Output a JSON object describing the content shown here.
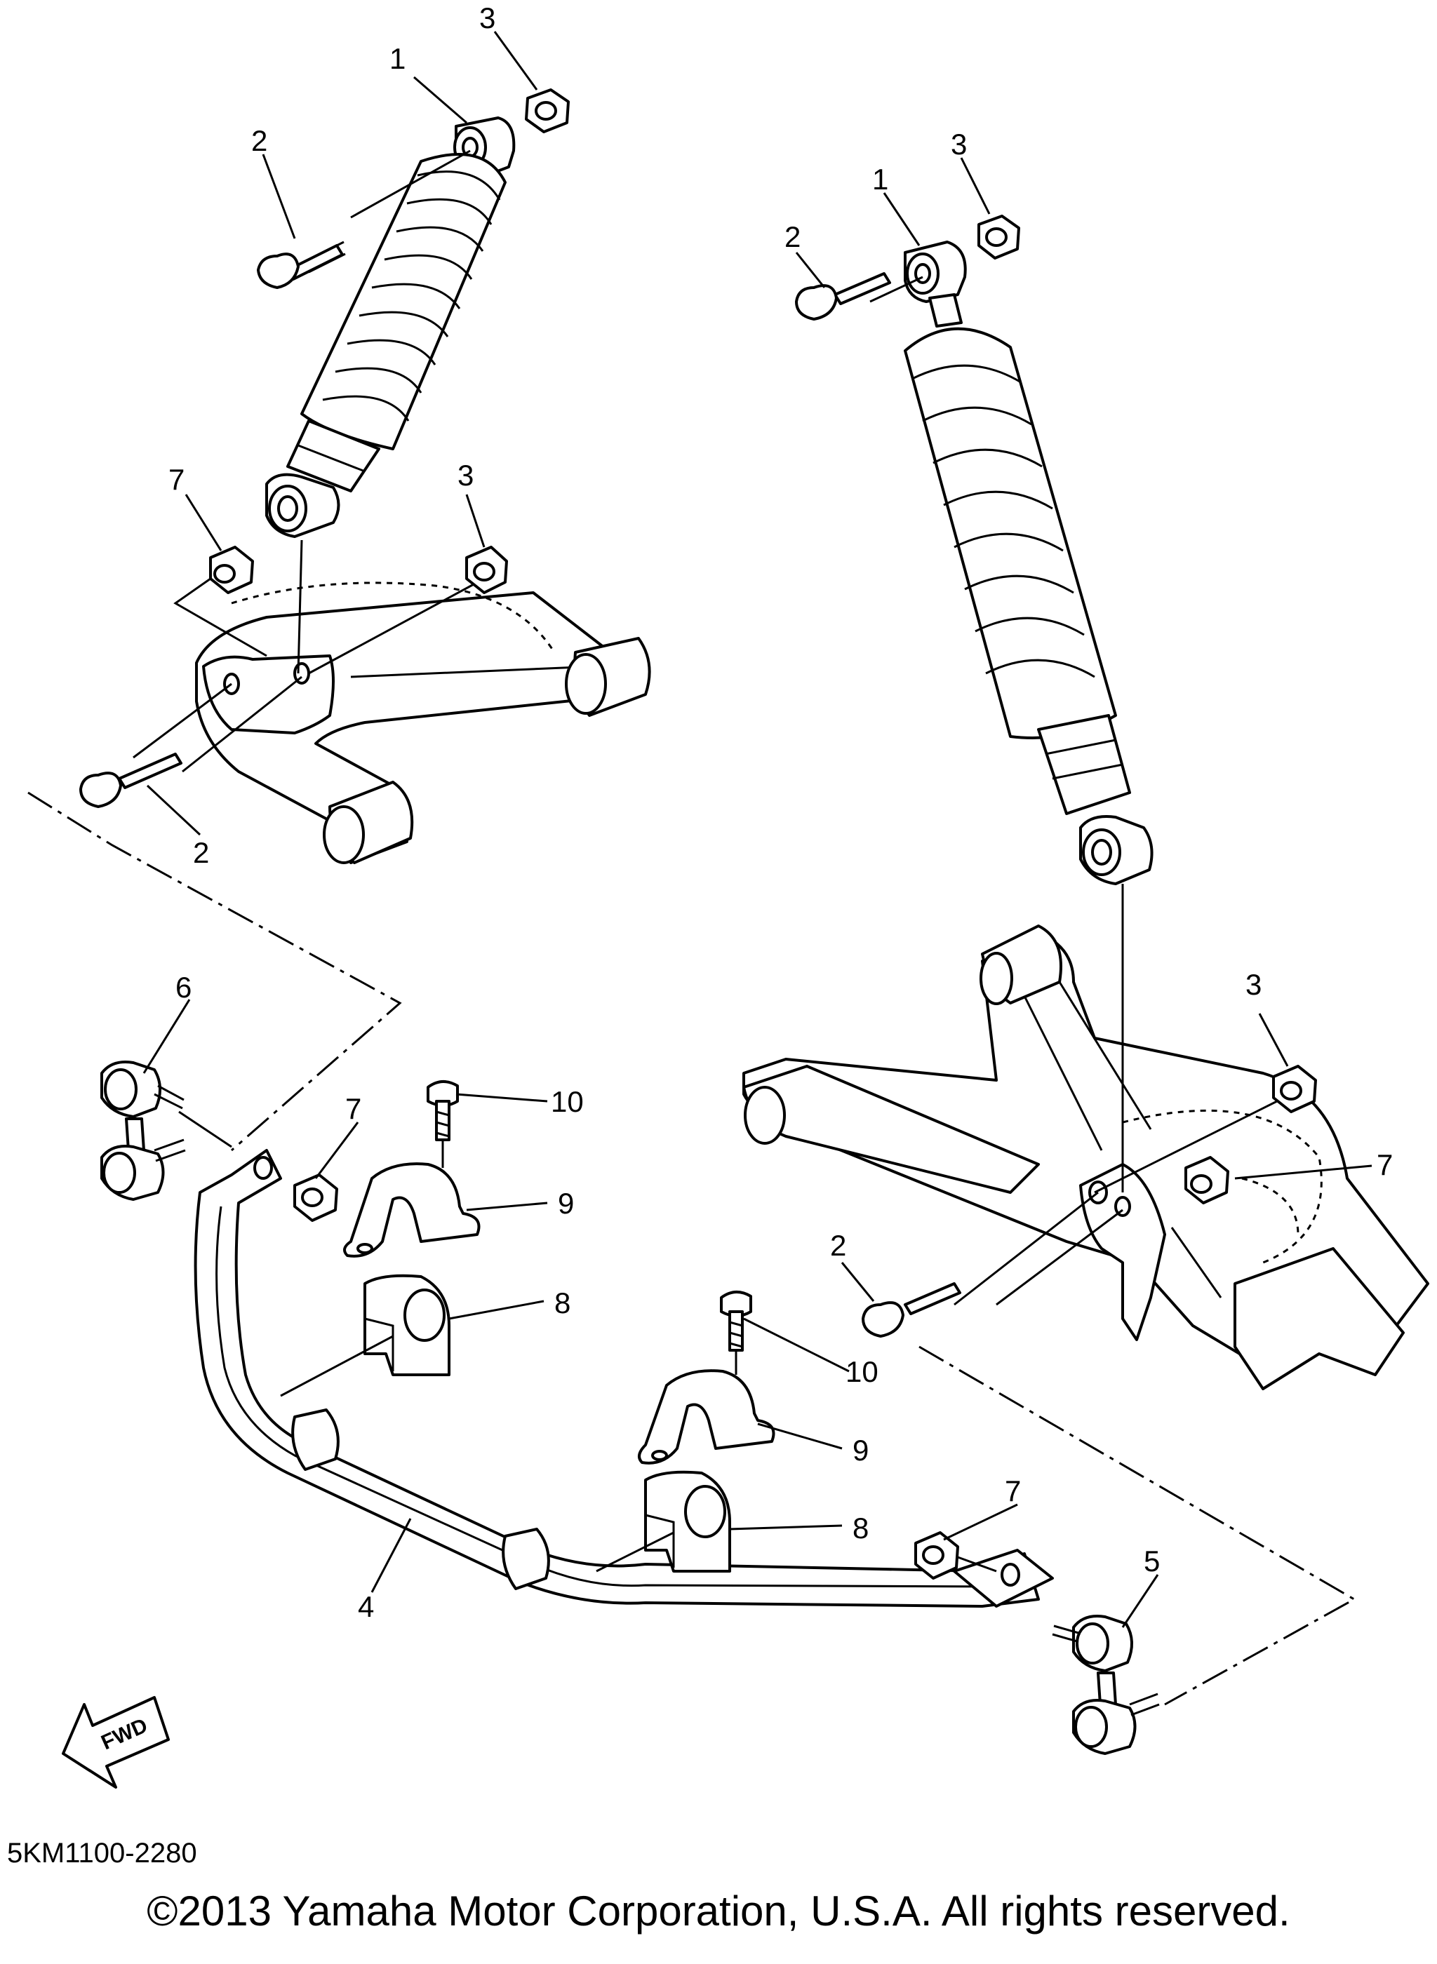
{
  "callouts": {
    "l_shock": "1",
    "l_bolt_top": "2",
    "l_nut_top": "3",
    "l_nut_arm": "3",
    "l_nut_7": "7",
    "l_bolt_arm": "2",
    "r_shock": "1",
    "r_bolt_top": "2",
    "r_nut_top": "3",
    "r_nut_arm": "3",
    "r_nut_7": "7",
    "r_bolt_arm": "2",
    "stabilizer": "4",
    "link_right": "5",
    "link_left": "6",
    "nut7_left": "7",
    "nut7_right": "7",
    "bushing_left": "8",
    "bushing_right": "8",
    "holder_left": "9",
    "holder_right": "9",
    "bolt10_left": "10",
    "bolt10_right": "10"
  },
  "fwd_label": "FWD",
  "diagram_code": "5KM1100-2280",
  "copyright": "©2013 Yamaha Motor Corporation, U.S.A. All rights reserved."
}
